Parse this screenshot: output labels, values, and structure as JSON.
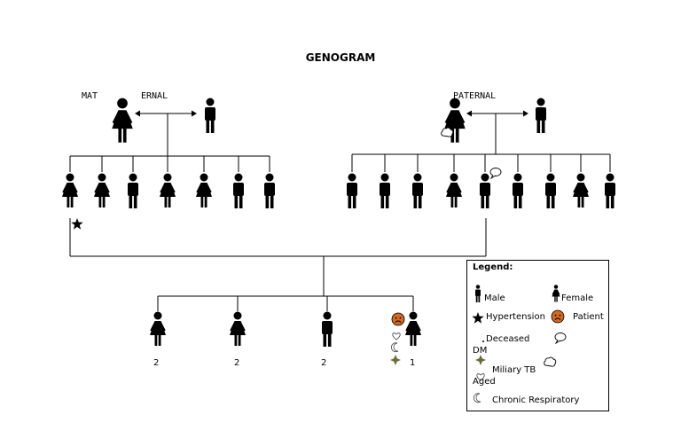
{
  "title": "GENOGRAM",
  "groups": {
    "maternal_a": "MAT",
    "maternal_b": "ERNAL",
    "paternal": "PATERNAL"
  },
  "colors": {
    "ink": "#000000",
    "patient_face": "#d2691e",
    "tb_mark": "#6b6b3a",
    "line": "#000000"
  },
  "generation": [
    {
      "sex": "female",
      "label": "2"
    },
    {
      "sex": "female",
      "label": "2"
    },
    {
      "sex": "male",
      "label": "2"
    },
    {
      "sex": "female",
      "label": "1",
      "patient": true
    }
  ],
  "maternal_siblings": [
    "female",
    "female",
    "male",
    "female",
    "female",
    "male",
    "male"
  ],
  "paternal_siblings": [
    "male",
    "male",
    "male",
    "female",
    "male",
    "male",
    "male",
    "female",
    "male"
  ],
  "legend": {
    "heading": "Legend:",
    "items": {
      "male": "Male",
      "female": "Female",
      "hypertension": "Hypertension",
      "patient": "Patient",
      "deceased": "Deceased",
      "dm": "DM",
      "miliary_tb": "Miliary TB",
      "aged": "Aged",
      "chronic_respiratory": "Chronic Respiratory"
    },
    "icons": [
      "male-icon",
      "female-icon",
      "star-icon",
      "sad-face-icon",
      "cross-icon",
      "speech-bubble-icon",
      "tb-star-icon",
      "cloud-icon",
      "heart-icon",
      "moon-icon"
    ]
  }
}
